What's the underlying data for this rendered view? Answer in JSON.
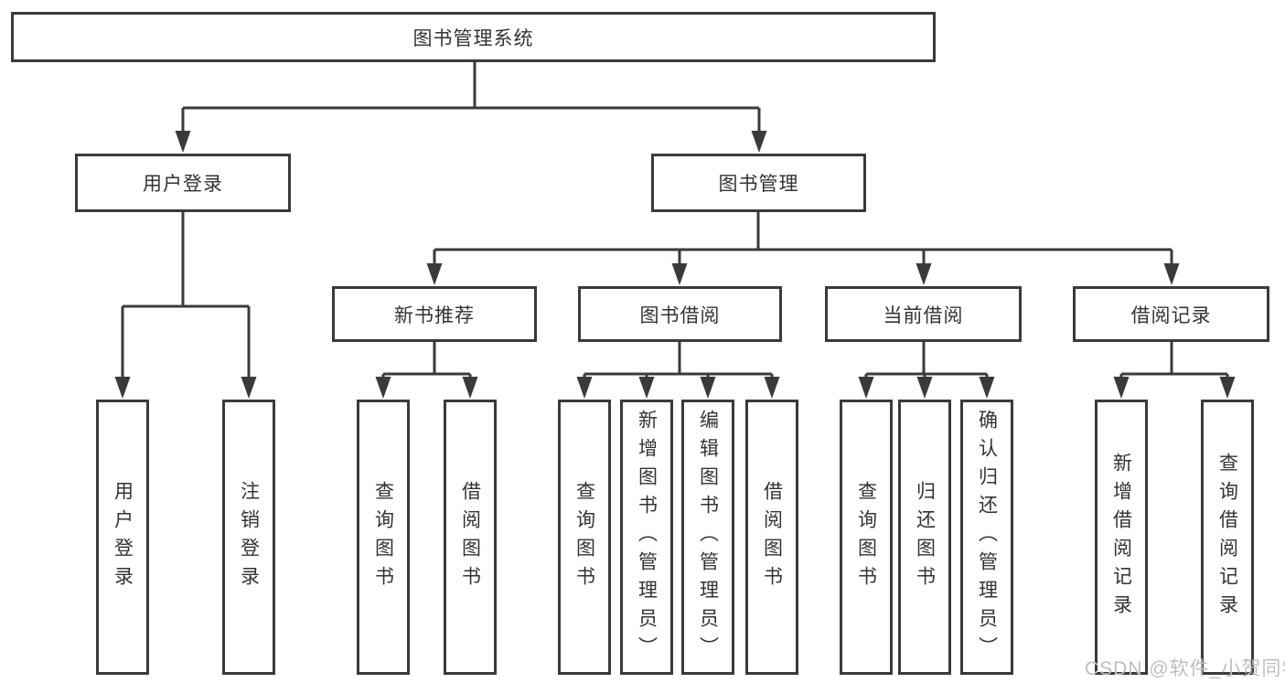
{
  "diagram": {
    "title": "图书管理系统",
    "nodes": {
      "root": "图书管理系统",
      "user_login": "用户登录",
      "book_mgmt": "图书管理",
      "login_action": "用户登录",
      "logout_action": "注销登录",
      "new_book_rec": "新书推荐",
      "book_borrow": "图书借阅",
      "current_borrow": "当前借阅",
      "borrow_records": "借阅记录",
      "nb_query_books": "查询图书",
      "nb_borrow_books": "借阅图书",
      "bb_query_books": "查询图书",
      "bb_add_books": "新增图书（管理员）",
      "bb_edit_books": "编辑图书（管理员）",
      "bb_borrow_books": "借阅图书",
      "cb_query_books": "查询图书",
      "cb_return_books": "归还图书",
      "cb_confirm_return": "确认归还（管理员）",
      "br_add_record": "新增借阅记录",
      "br_query_record": "查询借阅记录"
    }
  },
  "watermark": "CSDN @软件_小贺同学",
  "colors": {
    "line": "#3a3a3a",
    "text": "#333333",
    "watermark": "#bebebe",
    "background": "#ffffff"
  }
}
